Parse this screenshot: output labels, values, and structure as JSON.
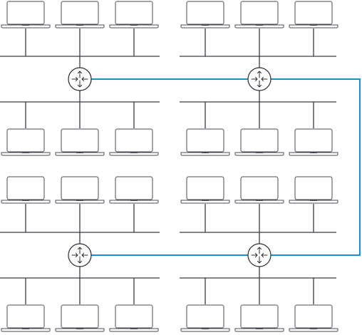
{
  "diagram": {
    "kind": "network-topology",
    "segment_count": 8,
    "laptops_per_segment": 3,
    "router_count": 4,
    "icons": {
      "device": "laptop-icon",
      "router": "router-icon"
    },
    "colors": {
      "background": "#ffffff",
      "bus_line": "#3a3a46",
      "router_link": "#1a8fd0",
      "device_outline": "#4a4a55"
    }
  }
}
